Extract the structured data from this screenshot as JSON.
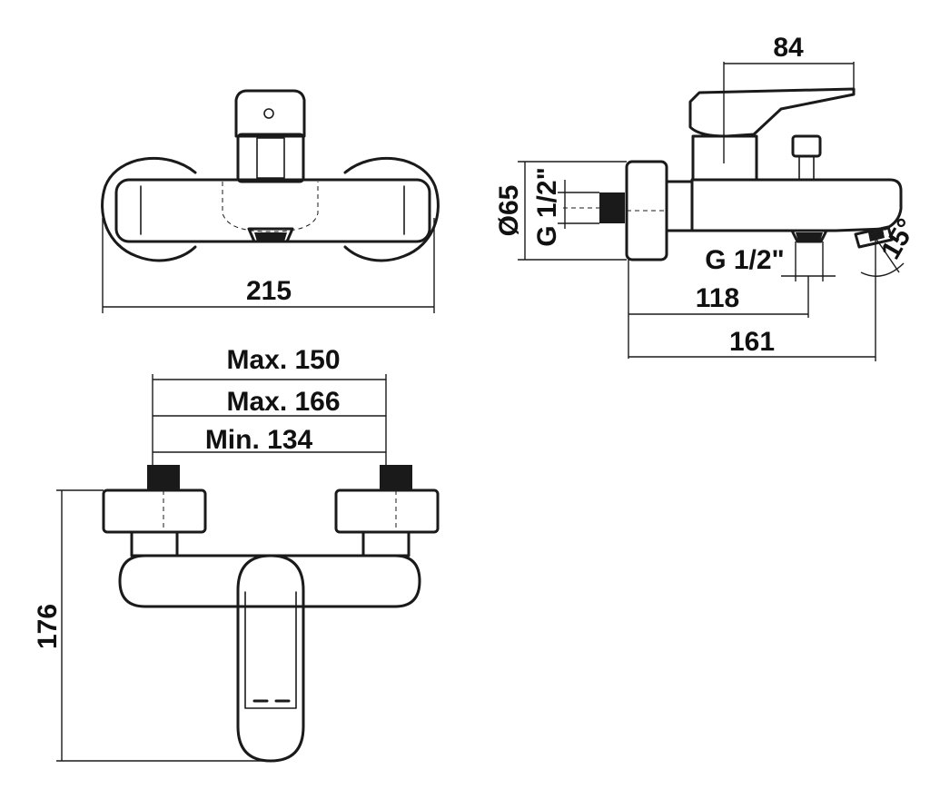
{
  "drawing": {
    "front_view": {
      "width_label": "215"
    },
    "side_view": {
      "handle_depth_label": "84",
      "diameter_label": "Ø65",
      "inlet_thread_label": "G 1/2\"",
      "outlet_thread_label": "G 1/2\"",
      "outlet_distance_label": "118",
      "total_depth_label": "161",
      "spout_angle_label": "15°"
    },
    "top_view": {
      "max_span_label": "Max. 150",
      "max_centers_label": "Max. 166",
      "min_centers_label": "Min. 134",
      "height_label": "176"
    }
  }
}
